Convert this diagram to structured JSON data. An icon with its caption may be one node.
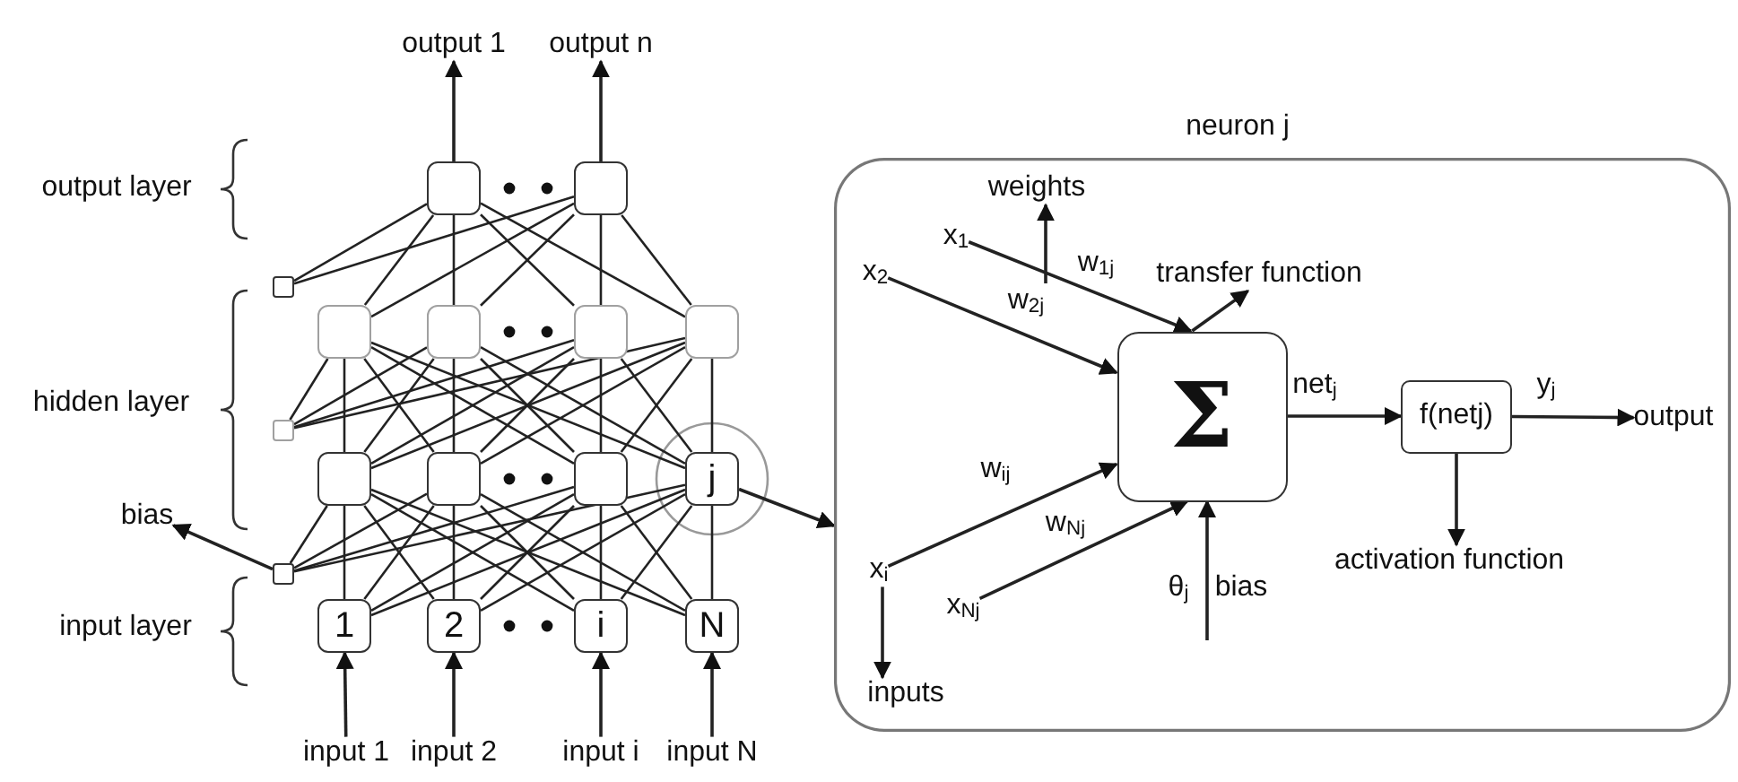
{
  "diagram": {
    "nodes": [
      {
        "text": [
          "output 1"
        ]
      },
      {
        "text": [
          "output n"
        ]
      },
      {
        "text": [],
        "shape": "box"
      },
      {
        "text": [],
        "shape": "box"
      },
      {
        "text": [],
        "shape": "box"
      },
      {
        "text": [],
        "shape": "box"
      },
      {
        "text": [],
        "shape": "box"
      },
      {
        "text": [],
        "shape": "box"
      },
      {
        "text": [],
        "shape": "box"
      },
      {
        "text": [],
        "shape": "box"
      },
      {
        "text": [],
        "shape": "box"
      },
      {
        "text": [],
        "shape": "box"
      },
      {
        "text": [],
        "shape": "box"
      },
      {
        "text": [
          "j"
        ]
      },
      {
        "text": [
          "bias"
        ]
      },
      {
        "text": [],
        "shape": "box"
      },
      {
        "text": [
          "1"
        ]
      },
      {
        "text": [
          "2"
        ]
      },
      {
        "text": [
          "i"
        ]
      },
      {
        "text": [
          "N"
        ]
      },
      {
        "text": [
          "input 1"
        ]
      },
      {
        "text": [
          "input 2"
        ]
      },
      {
        "text": [
          "input i"
        ]
      },
      {
        "text": [
          "input N"
        ]
      },
      {
        "text": [
          "neuron j"
        ]
      },
      {
        "text": [
          "weights"
        ],
        "in": 24
      },
      {
        "text": [
          "x$_{1}$"
        ],
        "in": 24
      },
      {
        "text": [
          "x$_{2}$"
        ],
        "in": 24
      },
      {
        "text": [
          "transfer function"
        ],
        "in": 24
      },
      {
        "text": [
          "Σ"
        ],
        "in": 24
      },
      {
        "text": [
          "f(netj)"
        ],
        "in": 24
      },
      {
        "text": [
          "output"
        ],
        "in": 24
      },
      {
        "text": [
          "x$_{i}$"
        ],
        "in": 24
      },
      {
        "text": [
          "x$_{Nj}$"
        ],
        "in": 24
      },
      {
        "text": [
          "activation function"
        ],
        "in": 24
      },
      {
        "text": [
          "inputs"
        ],
        "in": 24
      }
    ],
    "edges": [
      {
        "from": 2,
        "to": 0,
        "arrow": "to"
      },
      {
        "from": 3,
        "to": 1,
        "arrow": "to"
      },
      {
        "from": 20,
        "to": 16,
        "arrow": "to"
      },
      {
        "from": 21,
        "to": 17,
        "arrow": "to"
      },
      {
        "from": 22,
        "to": 18,
        "arrow": "to"
      },
      {
        "from": 23,
        "to": 19,
        "arrow": "to"
      },
      {
        "from": 4,
        "to": 2,
        "arrow": "none"
      },
      {
        "from": 5,
        "to": 2,
        "arrow": "none"
      },
      {
        "from": 6,
        "to": 2,
        "arrow": "none"
      },
      {
        "from": 7,
        "to": 2,
        "arrow": "none"
      },
      {
        "from": 8,
        "to": 2,
        "arrow": "none"
      },
      {
        "from": 4,
        "to": 3,
        "arrow": "none"
      },
      {
        "from": 5,
        "to": 3,
        "arrow": "none"
      },
      {
        "from": 6,
        "to": 3,
        "arrow": "none"
      },
      {
        "from": 7,
        "to": 3,
        "arrow": "none"
      },
      {
        "from": 8,
        "to": 3,
        "arrow": "none"
      },
      {
        "from": 9,
        "to": 5,
        "arrow": "none"
      },
      {
        "from": 10,
        "to": 5,
        "arrow": "none"
      },
      {
        "from": 11,
        "to": 5,
        "arrow": "none"
      },
      {
        "from": 12,
        "to": 5,
        "arrow": "none"
      },
      {
        "from": 13,
        "to": 5,
        "arrow": "none"
      },
      {
        "from": 9,
        "to": 6,
        "arrow": "none"
      },
      {
        "from": 10,
        "to": 6,
        "arrow": "none"
      },
      {
        "from": 11,
        "to": 6,
        "arrow": "none"
      },
      {
        "from": 12,
        "to": 6,
        "arrow": "none"
      },
      {
        "from": 13,
        "to": 6,
        "arrow": "none"
      },
      {
        "from": 9,
        "to": 7,
        "arrow": "none"
      },
      {
        "from": 10,
        "to": 7,
        "arrow": "none"
      },
      {
        "from": 11,
        "to": 7,
        "arrow": "none"
      },
      {
        "from": 12,
        "to": 7,
        "arrow": "none"
      },
      {
        "from": 13,
        "to": 7,
        "arrow": "none"
      },
      {
        "from": 9,
        "to": 8,
        "arrow": "none"
      },
      {
        "from": 10,
        "to": 8,
        "arrow": "none"
      },
      {
        "from": 11,
        "to": 8,
        "arrow": "none"
      },
      {
        "from": 12,
        "to": 8,
        "arrow": "none"
      },
      {
        "from": 13,
        "to": 8,
        "arrow": "none"
      },
      {
        "from": 15,
        "to": 10,
        "arrow": "none"
      },
      {
        "from": 16,
        "to": 10,
        "arrow": "none"
      },
      {
        "from": 17,
        "to": 10,
        "arrow": "none"
      },
      {
        "from": 18,
        "to": 10,
        "arrow": "none"
      },
      {
        "from": 19,
        "to": 10,
        "arrow": "none"
      },
      {
        "from": 15,
        "to": 11,
        "arrow": "none"
      },
      {
        "from": 16,
        "to": 11,
        "arrow": "none"
      },
      {
        "from": 17,
        "to": 11,
        "arrow": "none"
      },
      {
        "from": 18,
        "to": 11,
        "arrow": "none"
      },
      {
        "from": 19,
        "to": 11,
        "arrow": "none"
      },
      {
        "from": 15,
        "to": 12,
        "arrow": "none"
      },
      {
        "from": 16,
        "to": 12,
        "arrow": "none"
      },
      {
        "from": 17,
        "to": 12,
        "arrow": "none"
      },
      {
        "from": 18,
        "to": 12,
        "arrow": "none"
      },
      {
        "from": 19,
        "to": 12,
        "arrow": "none"
      },
      {
        "from": 15,
        "to": 13,
        "arrow": "none"
      },
      {
        "from": 16,
        "to": 13,
        "arrow": "none"
      },
      {
        "from": 17,
        "to": 13,
        "arrow": "none"
      },
      {
        "from": 18,
        "to": 13,
        "arrow": "none"
      },
      {
        "from": 19,
        "to": 13,
        "arrow": "none"
      },
      {
        "from": 15,
        "to": 14,
        "arrow": "to"
      },
      {
        "from": 13,
        "to": 24,
        "arrow": "to"
      },
      {
        "from": null,
        "to": 25,
        "arrow": "to"
      },
      {
        "from": 26,
        "to": 29,
        "arrow": "to",
        "label": "w$_{1j}$"
      },
      {
        "from": 27,
        "to": 29,
        "arrow": "to",
        "label": "w$_{2j}$"
      },
      {
        "from": 29,
        "to": 28,
        "arrow": "to"
      },
      {
        "from": 29,
        "to": 30,
        "arrow": "to",
        "label": "net$_{j}$"
      },
      {
        "from": 30,
        "to": 31,
        "arrow": "to",
        "label": "y$_{j}$"
      },
      {
        "from": 32,
        "to": 29,
        "arrow": "to",
        "label": "w$_{ij}$"
      },
      {
        "from": 33,
        "to": 29,
        "arrow": "to",
        "label": "w$_{Nj}$"
      },
      {
        "from": null,
        "to": 29,
        "arrow": "to",
        "label": "θ$_{j}$"
      },
      {
        "from": 30,
        "to": 34,
        "arrow": "to"
      },
      {
        "from": 32,
        "to": 35,
        "arrow": "to"
      }
    ],
    "labels": [
      "output layer",
      "hidden layer",
      "input layer",
      "bias"
    ]
  }
}
